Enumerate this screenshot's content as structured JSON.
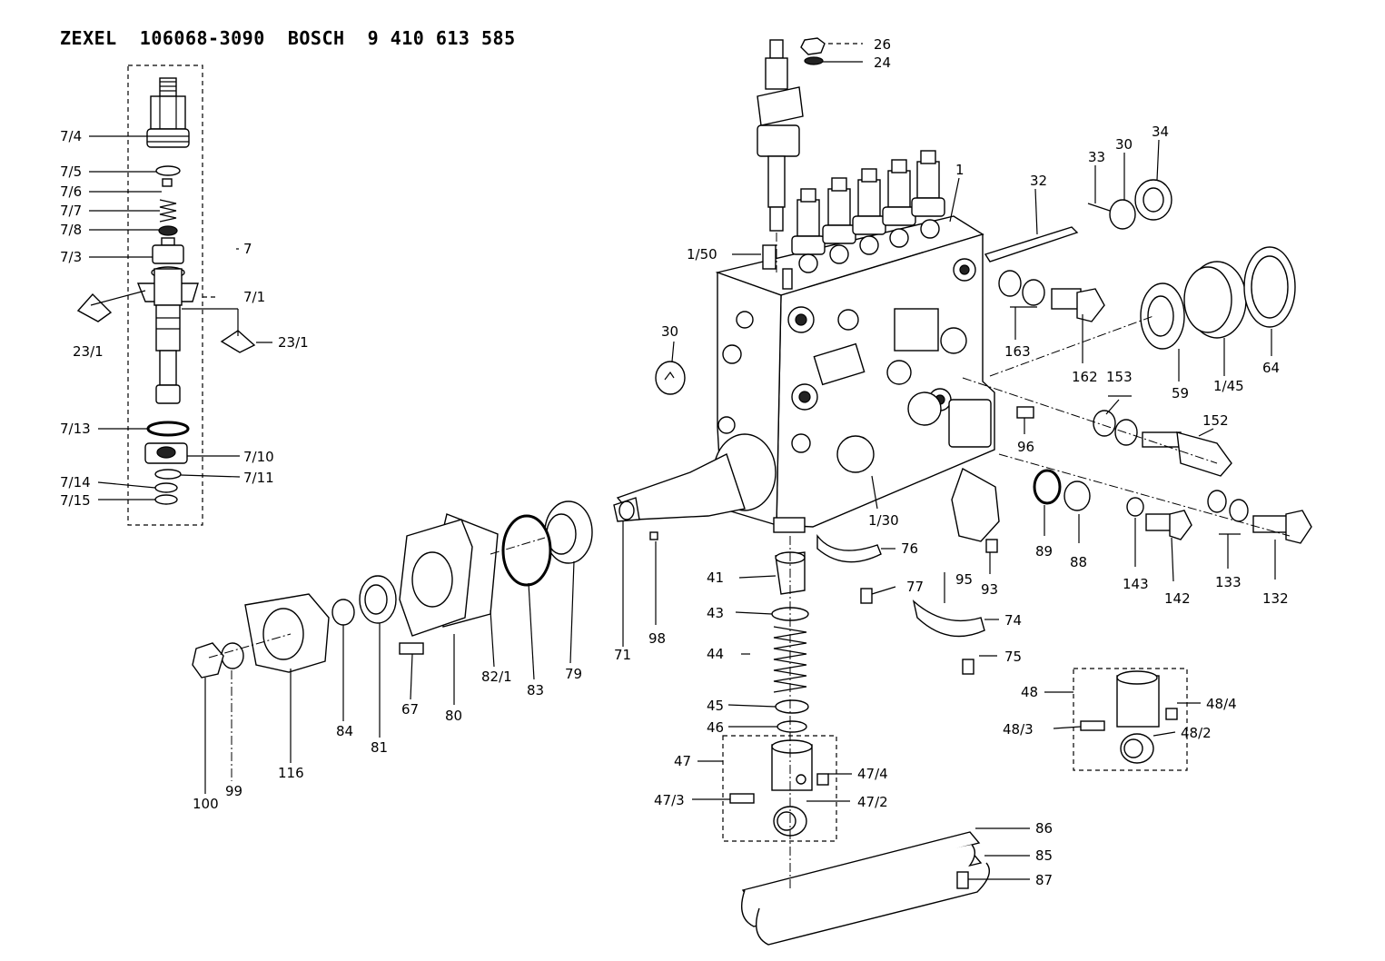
{
  "header": {
    "title": "ZEXEL  106068-3090  BOSCH  9 410 613 585"
  },
  "callouts": {
    "c26": "26",
    "c24": "24",
    "c1": "1",
    "c32": "32",
    "c33": "33",
    "c30a": "30",
    "c34": "34",
    "c1_50": "1/50",
    "c163": "163",
    "c162": "162",
    "c64": "64",
    "c59": "59",
    "c1_45": "1/45",
    "c153": "153",
    "c30b": "30",
    "c96": "96",
    "c152": "152",
    "c7_4": "7/4",
    "c7_5": "7/5",
    "c7_6": "7/6",
    "c7_7": "7/7",
    "c7_8": "7/8",
    "c7_3": "7/3",
    "c7": "7",
    "c7_1": "7/1",
    "c23_1a": "23/1",
    "c23_1b": "23/1",
    "c7_13": "7/13",
    "c7_10": "7/10",
    "c7_14": "7/14",
    "c7_11": "7/11",
    "c7_15": "7/15",
    "c1_30": "1/30",
    "c76": "76",
    "c89": "89",
    "c88": "88",
    "c143": "143",
    "c142": "142",
    "c133": "133",
    "c132": "132",
    "c41": "41",
    "c77": "77",
    "c95": "95",
    "c93": "93",
    "c71": "71",
    "c98": "98",
    "c79": "79",
    "c83": "83",
    "c82_1": "82/1",
    "c80": "80",
    "c67": "67",
    "c81": "81",
    "c84": "84",
    "c116": "116",
    "c99": "99",
    "c100": "100",
    "c43": "43",
    "c74": "74",
    "c44": "44",
    "c75": "75",
    "c45": "45",
    "c46": "46",
    "c47": "47",
    "c47_4": "47/4",
    "c47_3": "47/3",
    "c47_2": "47/2",
    "c48": "48",
    "c48_4": "48/4",
    "c48_3": "48/3",
    "c48_2": "48/2",
    "c86": "86",
    "c85": "85",
    "c87": "87"
  }
}
